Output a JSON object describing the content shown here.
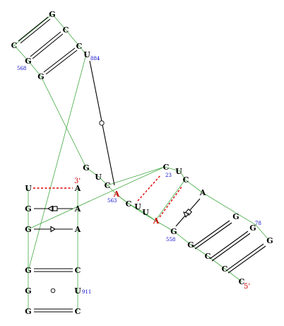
{
  "colors": {
    "nucleotide": "#000000",
    "highlight": "#cc0000",
    "numbering": "#0000cc",
    "backbone": "#44aa44",
    "pair": "#000000",
    "interaction": "#dd0000"
  },
  "nucleotides": {
    "g_top": "G",
    "c_upper_right": "C",
    "c_upper_left": "C",
    "g_568": "G",
    "c_stem": "C",
    "u_884": "U",
    "g_mid_left": "G",
    "g_junction": "G",
    "u_junction": "U",
    "c_junction": "C",
    "a_563": "A",
    "c_loop": "C",
    "u_loop": "U",
    "u_loop2": "U",
    "a_loop": "A",
    "c_right_top": "C",
    "u_right": "U",
    "c_right": "C",
    "a_right": "A",
    "g_558": "G",
    "g_lower_helix": "G",
    "c_lower_helix": "C",
    "c_lower_helix2": "C",
    "c_5prime": "C",
    "g_78": "G",
    "g_far_right": "G",
    "g_right_stem": "G",
    "u_left_col": "U",
    "a_3prime": "A",
    "g_left1": "G",
    "a_left1": "A",
    "g_left2": "G",
    "a_left2": "A",
    "g_bottom1": "G",
    "c_bottom1": "C",
    "g_bottom2": "G",
    "u_911": "U",
    "g_bottom3": "G",
    "c_bottom3": "C"
  },
  "numbering": {
    "n568": "568",
    "n884": "884",
    "n563": "563",
    "n23": "23",
    "n558": "558",
    "n78": "78",
    "n911": "911"
  },
  "ends": {
    "three_prime": "3'",
    "five_prime": "5'"
  }
}
